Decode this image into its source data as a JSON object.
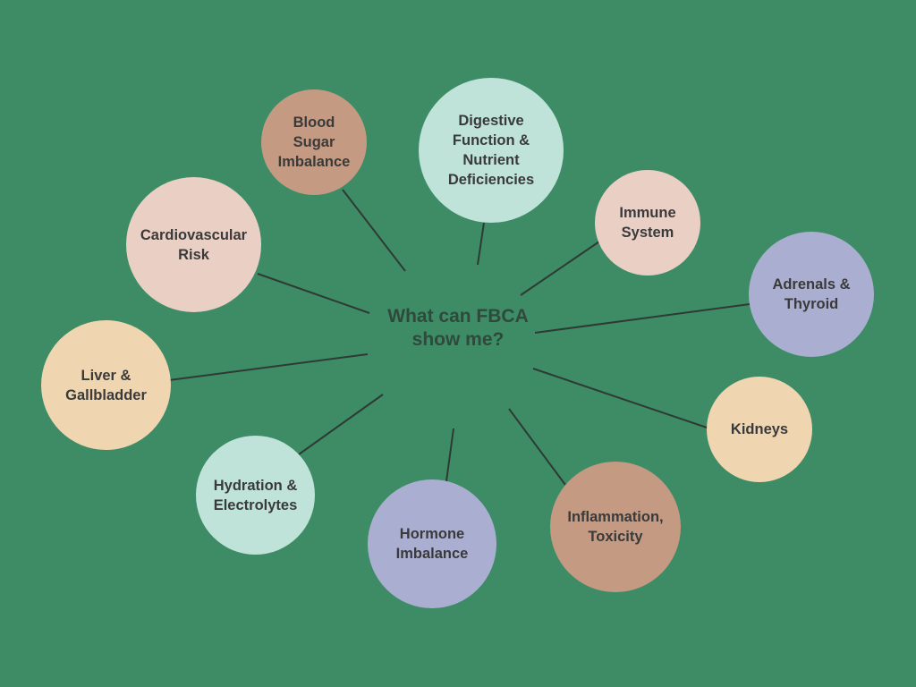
{
  "diagram": {
    "center": {
      "label": "What can FBCA\nshow me?"
    },
    "nodes": [
      {
        "id": "blood-sugar",
        "label": "Blood\nSugar\nImbalance",
        "color": "#c49a82"
      },
      {
        "id": "digestive",
        "label": "Digestive\nFunction &\nNutrient\nDeficiencies",
        "color": "#bfe3d8"
      },
      {
        "id": "immune",
        "label": "Immune\nSystem",
        "color": "#e9cfc4"
      },
      {
        "id": "cardio",
        "label": "Cardiovascular\nRisk",
        "color": "#e9cfc4"
      },
      {
        "id": "adrenals",
        "label": "Adrenals &\nThyroid",
        "color": "#aaaed1"
      },
      {
        "id": "liver",
        "label": "Liver &\nGallbladder",
        "color": "#f0d6b0"
      },
      {
        "id": "kidneys",
        "label": "Kidneys",
        "color": "#f0d6b0"
      },
      {
        "id": "hydration",
        "label": "Hydration &\nElectrolytes",
        "color": "#bfe3d8"
      },
      {
        "id": "inflammation",
        "label": "Inflammation,\nToxicity",
        "color": "#c49a82"
      },
      {
        "id": "hormone",
        "label": "Hormone\nImbalance",
        "color": "#aaaed1"
      }
    ],
    "colors": {
      "background": "#3d8c66",
      "center_text": "#2f4a3c",
      "node_text": "#3a3a3a",
      "connector": "#2f3a35"
    }
  }
}
